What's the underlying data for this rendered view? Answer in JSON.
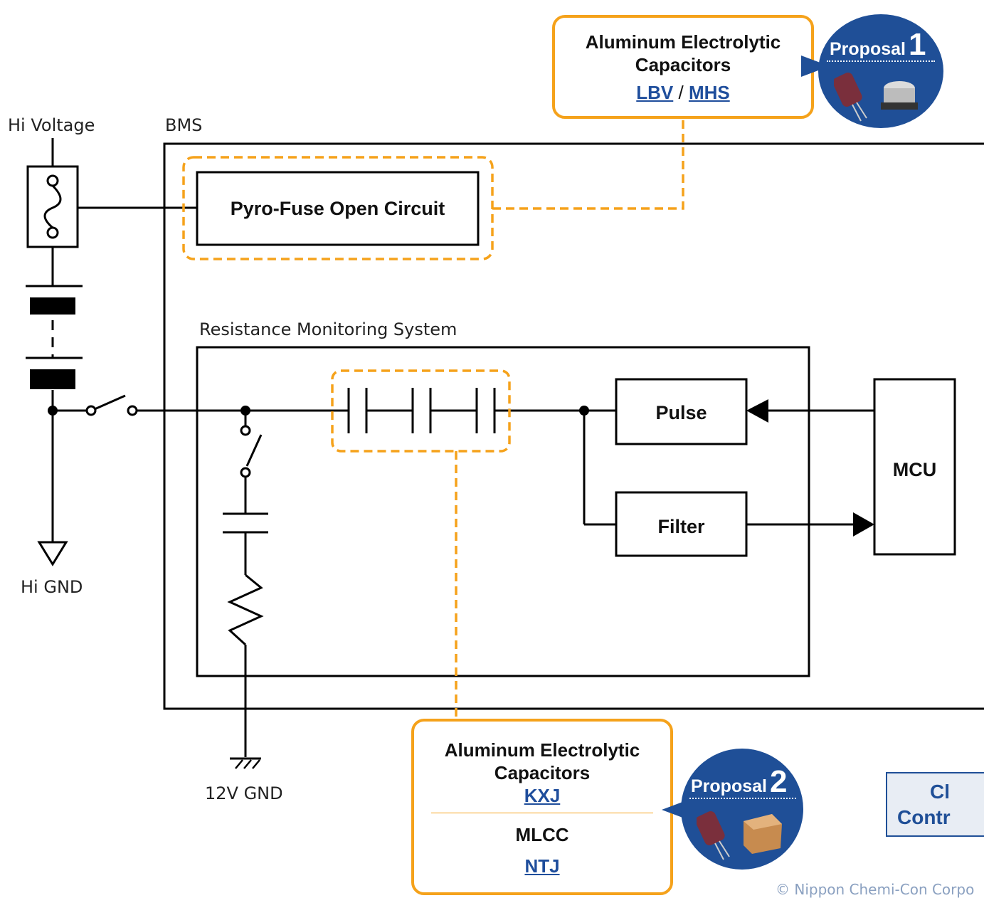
{
  "labels": {
    "hi_voltage": "Hi Voltage",
    "bms": "BMS",
    "hi_gnd": "Hi GND",
    "gnd_12v": "12V GND",
    "rms": "Resistance Monitoring System",
    "pyro": "Pyro-Fuse Open Circuit",
    "pulse": "Pulse",
    "filter": "Filter",
    "mcu": "MCU"
  },
  "callout1": {
    "title_line1": "Aluminum Electrolytic",
    "title_line2": "Capacitors",
    "link1": "LBV",
    "separator": " / ",
    "link2": "MHS"
  },
  "callout2": {
    "title_line1": "Aluminum Electrolytic",
    "title_line2": "Capacitors",
    "link1": "KXJ",
    "title3": "MLCC",
    "link2": "NTJ"
  },
  "badge1": {
    "label": "Proposal",
    "number": "1"
  },
  "badge2": {
    "label": "Proposal",
    "number": "2"
  },
  "contact_button": {
    "line1": "Cl",
    "line2": "Contr"
  },
  "copyright": "© Nippon Chemi-Con Corpo",
  "colors": {
    "accent_orange": "#f5a21b",
    "brand_blue": "#1f4f97",
    "link_blue": "#1f4e9c"
  }
}
